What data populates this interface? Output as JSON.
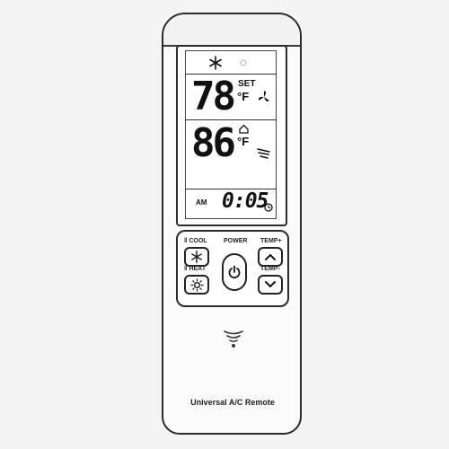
{
  "lcd": {
    "set_temp": "78",
    "set_label": "SET",
    "set_unit": "°F",
    "room_temp": "86",
    "room_unit": "°F",
    "ampm": "AM",
    "clock": "0:05",
    "mode_icon": "snowflake-icon",
    "fan_icon": "fan-icon",
    "room_icon": "house-icon",
    "swing_icon": "swing-icon"
  },
  "buttons": {
    "cool_label": "COOL",
    "heat_label": "HEAT",
    "power_label": "POWER",
    "temp_up_label": "TEMP+",
    "temp_down_label": "TEMP-"
  },
  "footer": {
    "brand": "Universal A/C Remote"
  }
}
